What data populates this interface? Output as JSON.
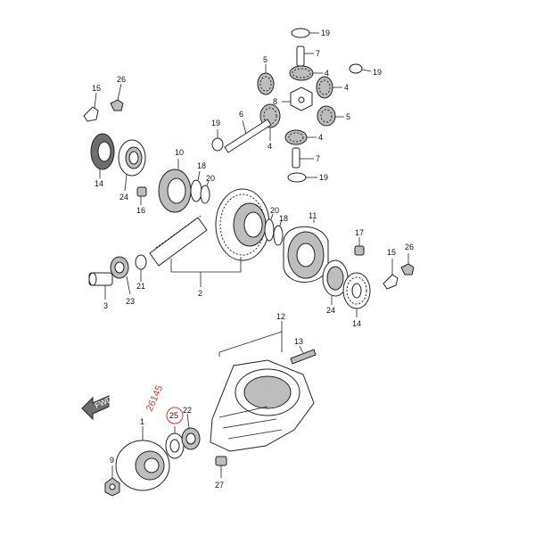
{
  "labels": {
    "l19a": "19",
    "l7a": "7",
    "l4a": "4",
    "l19b": "19",
    "l5a": "5",
    "l4b": "4",
    "l8": "8",
    "l6": "6",
    "l19c": "19",
    "l5b": "5",
    "l4c": "4",
    "l4d": "4",
    "l7b": "7",
    "l19d": "19",
    "l15a": "15",
    "l26a": "26",
    "l14a": "14",
    "l24a": "24",
    "l10": "10",
    "l18a": "18",
    "l20a": "20",
    "l16": "16",
    "l20b": "20",
    "l18b": "18",
    "l11": "11",
    "l17": "17",
    "l26b": "26",
    "l15b": "15",
    "l21": "21",
    "l2": "2",
    "l3": "3",
    "l23": "23",
    "l24b": "24",
    "l14b": "14",
    "l12": "12",
    "l13": "13",
    "l1": "1",
    "l22": "22",
    "l25": "25",
    "l9": "9",
    "l27": "27"
  },
  "fwd_label": "FWD",
  "handwritten_note": "26145"
}
